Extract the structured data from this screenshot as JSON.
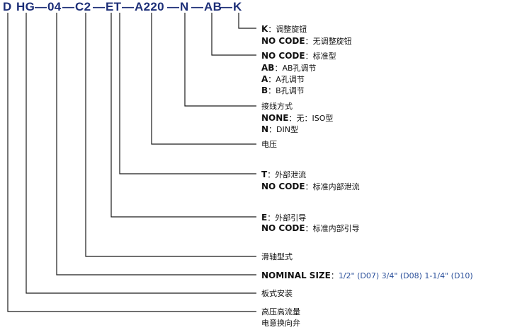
{
  "code": {
    "segments": [
      "D",
      "HG",
      "04",
      "C2",
      "ET",
      "A220",
      "N",
      "AB",
      "K"
    ],
    "separator": "—"
  },
  "legend": {
    "k": {
      "key": "K",
      "sep": "：",
      "text": "调整旋钮",
      "alt_key": "NO CODE",
      "alt_sep": "：",
      "alt_text": "无调整旋钮"
    },
    "ab": {
      "nocode_key": "NO CODE",
      "nocode_sep": "：",
      "nocode_text": "标准型",
      "ab_key": "AB",
      "ab_sep": "：",
      "ab_text": "AB孔调节",
      "a_key": "A",
      "a_sep": "：",
      "a_text": "A孔调节",
      "b_key": "B",
      "b_sep": "：",
      "b_text": "B孔调节"
    },
    "n": {
      "title": "接线方式",
      "none_key": "NONE",
      "none_sep": "：",
      "none_text": "无：ISO型",
      "n_key": "N",
      "n_sep": "：",
      "n_text": "DIN型"
    },
    "a220": {
      "text": "电压"
    },
    "t": {
      "key": "T",
      "sep": "：",
      "text": "外部泄流",
      "alt_key": "NO CODE",
      "alt_sep": "：",
      "alt_text": "标准内部泄流"
    },
    "e": {
      "key": "E",
      "sep": "：",
      "text": "外部引导",
      "alt_key": "NO CODE",
      "alt_sep": "：",
      "alt_text": "标准内部引导"
    },
    "c2": {
      "text": "滑轴型式"
    },
    "size": {
      "key": "NOMINAL SIZE",
      "sep": "：",
      "text": "1/2\" (D07) 3/4\" (D08) 1-1/4\" (D10)"
    },
    "hg": {
      "text": "板式安装"
    },
    "d": {
      "line1": "高压高流量",
      "line2": "电意换向弁"
    }
  }
}
